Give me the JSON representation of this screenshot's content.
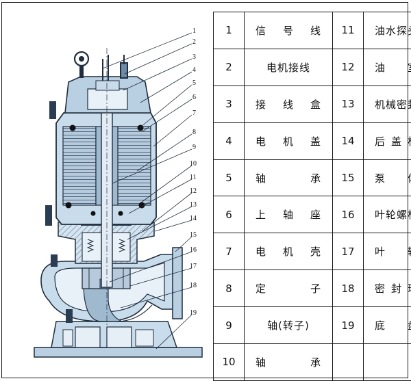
{
  "callouts": [
    "1",
    "2",
    "3",
    "4",
    "5",
    "6",
    "7",
    "8",
    "9",
    "10",
    "11",
    "12",
    "13",
    "14",
    "15",
    "16",
    "17",
    "18",
    "19"
  ],
  "parts_left": [
    {
      "num": "1",
      "name": "信号线",
      "spread": true
    },
    {
      "num": "2",
      "name": "电机接线",
      "spread": false
    },
    {
      "num": "3",
      "name": "接线盒",
      "spread": true
    },
    {
      "num": "4",
      "name": "电机盖",
      "spread": true
    },
    {
      "num": "5",
      "name": "轴承",
      "spread": true
    },
    {
      "num": "6",
      "name": "上轴座",
      "spread": true
    },
    {
      "num": "7",
      "name": "电机壳",
      "spread": true
    },
    {
      "num": "8",
      "name": "定子",
      "spread": true
    },
    {
      "num": "9",
      "name": "轴(转子)",
      "spread": false
    },
    {
      "num": "10",
      "name": "轴承",
      "spread": true
    }
  ],
  "parts_right": [
    {
      "num": "11",
      "name": "油水探头",
      "spread": false
    },
    {
      "num": "12",
      "name": "油室",
      "spread": true
    },
    {
      "num": "13",
      "name": "机械密封",
      "spread": false
    },
    {
      "num": "14",
      "name": "后盖板",
      "spread": true
    },
    {
      "num": "15",
      "name": "泵体",
      "spread": true
    },
    {
      "num": "16",
      "name": "叶轮螺栓",
      "spread": false
    },
    {
      "num": "17",
      "name": "叶轮",
      "spread": true
    },
    {
      "num": "18",
      "name": "密封环",
      "spread": true
    },
    {
      "num": "19",
      "name": "底盘",
      "spread": true
    }
  ],
  "colors": {
    "body": "#c9dceb",
    "shade": "#9fb9cf",
    "dark": "#2b3d52",
    "accent": "#5a7fa3"
  }
}
